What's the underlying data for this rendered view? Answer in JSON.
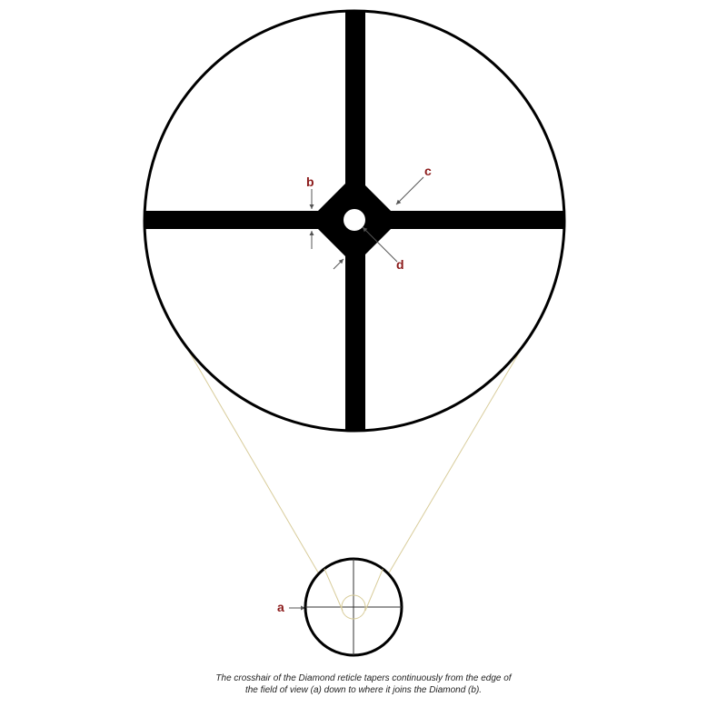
{
  "labels": {
    "a": "a",
    "b": "b",
    "c": "c",
    "d": "d"
  },
  "caption": "The crosshair of the Diamond reticle tapers continuously from the edge of the field of view (a) down to where it joins the Diamond (b).",
  "colors": {
    "reticle": "#000000",
    "label": "#8b1a1a",
    "projection_lines": "#d8cc9a"
  }
}
